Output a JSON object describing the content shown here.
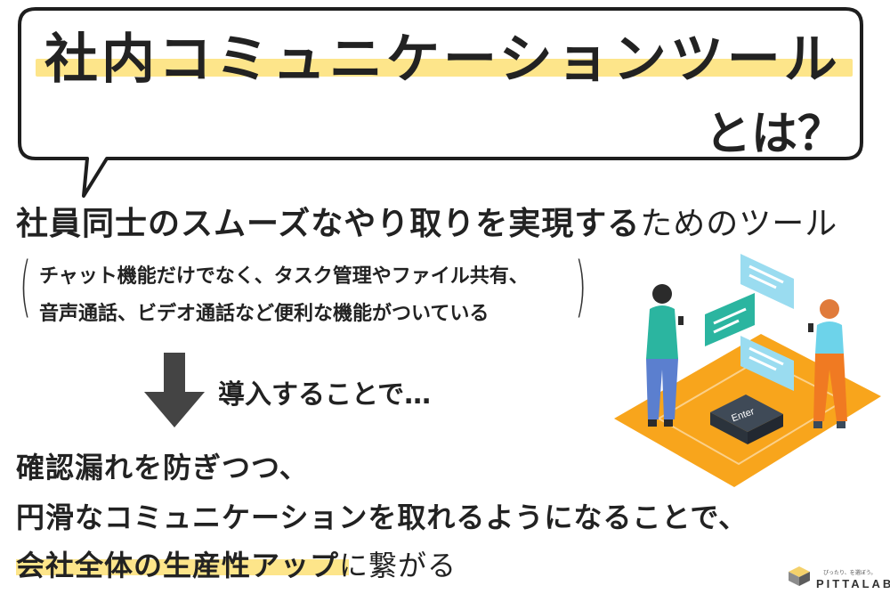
{
  "bubble": {
    "title": "社内コミュニケーションツール",
    "suffix": "とは？"
  },
  "headline": {
    "bold": "社員同士のスムーズなやり取りを実現する",
    "rest": "ためのツール"
  },
  "description": {
    "line1": "チャット機能だけでなく、タスク管理やファイル共有、",
    "line2": "音声通話、ビデオ通話など便利な機能がついている"
  },
  "intro": "導入することで…",
  "body": {
    "line1": "確認漏れを防ぎつつ、",
    "line2": "円滑なコミュニケーションを取れるようになることで、",
    "line3_highlight": "会社全体の生産性アップ",
    "line3_rest": "に繋がる"
  },
  "illustration": {
    "key_label": "Enter"
  },
  "logo": {
    "tagline": "ぴったり、を選ぼう。",
    "name": "PITTALAB"
  },
  "colors": {
    "highlight": "#fde58a",
    "floor": "#f8a51c",
    "bubble_teal": "#2bb5a0",
    "bubble_light": "#7fd3ea",
    "arrow": "#444444"
  }
}
